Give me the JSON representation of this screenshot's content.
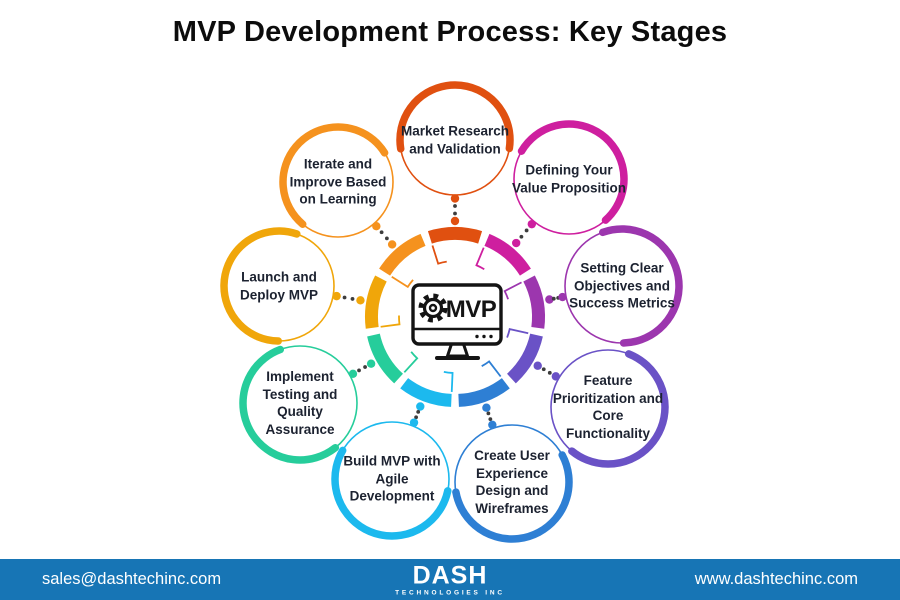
{
  "title": "MVP Development Process: Key Stages",
  "center": {
    "label": "MVP",
    "icon": "monitor-with-gear"
  },
  "stages": [
    {
      "label": "Market Research and Validation",
      "color": "#E05010"
    },
    {
      "label": "Defining Your Value Proposition",
      "color": "#CE1F9F"
    },
    {
      "label": "Setting Clear Objectives and Success Metrics",
      "color": "#9C36AE"
    },
    {
      "label": "Feature Prioritization and Core Functionality",
      "color": "#6A52C6"
    },
    {
      "label": "Create User Experience Design and Wireframes",
      "color": "#2E7FD4"
    },
    {
      "label": "Build MVP with Agile Development",
      "color": "#1CB9EE"
    },
    {
      "label": "Implement Testing and Quality Assurance",
      "color": "#26CD9B"
    },
    {
      "label": "Launch and Deploy MVP",
      "color": "#F0A60A"
    },
    {
      "label": "Iterate and Improve Based on Learning",
      "color": "#F5921E"
    }
  ],
  "connector_dot_color": "#3d3d3d",
  "footer": {
    "bar_color": "#1775B5",
    "email": "sales@dashtechinc.com",
    "website": "www.dashtechinc.com",
    "logo": {
      "name": "DASH",
      "subtitle": "TECHNOLOGIES INC"
    }
  }
}
